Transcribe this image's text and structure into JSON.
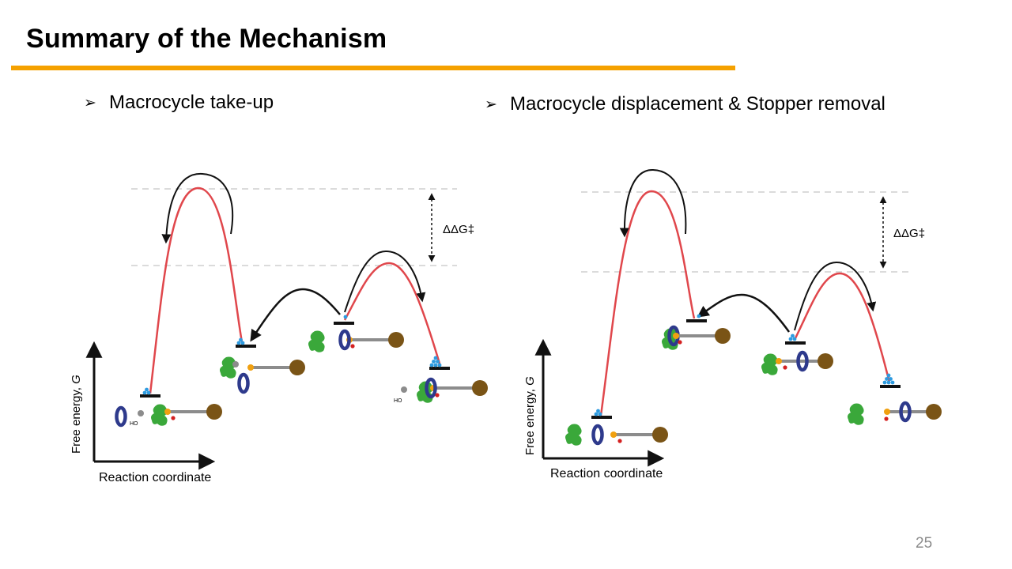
{
  "slide": {
    "title": "Summary of the Mechanism",
    "page_number": "25",
    "accent_color": "#f5a100"
  },
  "left_panel": {
    "bullet": "Macrocycle take-up",
    "y_axis_label_prefix": "Free energy, ",
    "y_axis_label_var": "G",
    "x_axis_label": "Reaction coordinate",
    "delta_label": "ΔΔG‡",
    "hydroxyl_label": "HO"
  },
  "right_panel": {
    "bullet": "Macrocycle displacement & Stopper removal",
    "y_axis_label_prefix": "Free energy, ",
    "y_axis_label_var": "G",
    "x_axis_label": "Reaction coordinate",
    "delta_label": "ΔΔG‡"
  },
  "colors": {
    "energy_curve": "#e0474c",
    "arrow": "#111111",
    "dashed_line": "#cfcfcf",
    "macrocycle": "#2e3a8c",
    "stopper": "#7a5416",
    "catalyst": "#3aa83a",
    "axle": "#8c8c8c",
    "fuel_dots": "#2e9be0",
    "oxygen": "#d42020",
    "phosphorus": "#f0a010"
  }
}
